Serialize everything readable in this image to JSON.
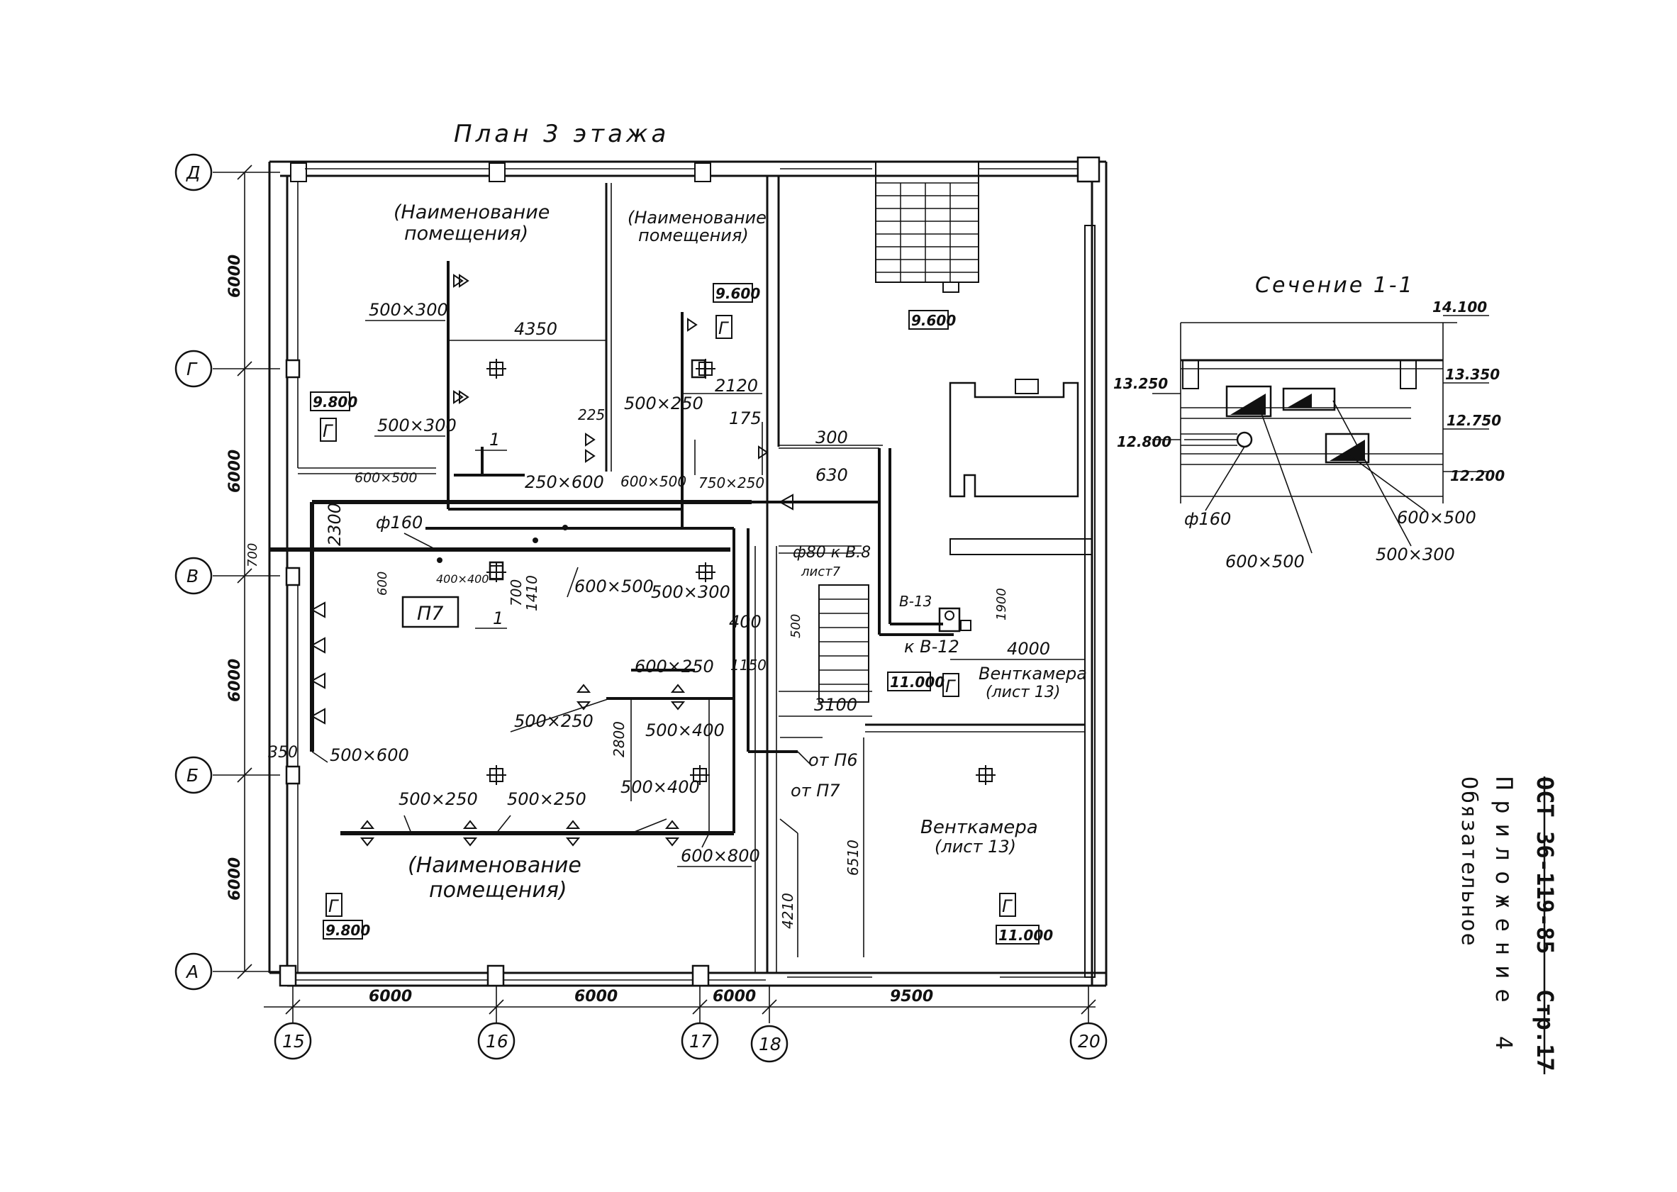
{
  "plan": {
    "title": "План 3 этажа",
    "section_title": "Сечение 1-1"
  },
  "stamp": {
    "code": "ОСТ 36-119-85",
    "page": "Стр.17",
    "appendix": "Приложение 4",
    "status": "Обязательное"
  },
  "axes_rows": [
    "Д",
    "Г",
    "В",
    "Б",
    "А"
  ],
  "axes_cols": [
    "15",
    "16",
    "17",
    "18",
    "20"
  ],
  "rooms": {
    "room_top_left_1": "(Наименование",
    "room_top_left_2": "помещения)",
    "room_top_mid_1": "(Наименование",
    "room_top_mid_2": "помещения)",
    "room_bottom_1": "(Наименование",
    "room_bottom_2": "помещения)",
    "vent1_1": "Венткамера",
    "vent1_2": "(лист 13)",
    "vent2_1": "Венткамера",
    "vent2_2": "(лист 13)"
  },
  "levels": {
    "l1": "9.600",
    "l2": "9.800",
    "l3": "9.600",
    "l4": "11.000",
    "l5": "9.800",
    "l6": "11.000"
  },
  "room_marks": {
    "mark": "Г",
    "equip": "П7"
  },
  "dims_left": [
    "6000",
    "6000",
    "6000",
    "6000"
  ],
  "dims_bottom": [
    "6000",
    "6000",
    "6000",
    "9500"
  ],
  "labels": {
    "d500x300a": "500×300",
    "d500x300b": "500×300",
    "d4350": "4350",
    "d500x250top": "500×250",
    "d2120": "2120",
    "d225": "225",
    "d175": "175",
    "d300": "300",
    "d630": "630",
    "d600x500a": "600×500",
    "d250x600": "250×600",
    "d600x500b": "600×500",
    "d750x250": "750×250",
    "d2300": "2300",
    "phi160": "ф160",
    "d700": "700",
    "d600": "600",
    "d400x400": "400×400",
    "d1410": "1410",
    "d600x500c": "600×500",
    "d500x300c": "500×300",
    "phi80": "ф80 к В.8",
    "list7": "лист7",
    "d400": "400",
    "d500": "500",
    "d1150": "1150",
    "b13": "В-13",
    "k812": "к В-12",
    "d1900": "1900",
    "d4000": "4000",
    "d600x250": "600×250",
    "d500x250m": "500×250",
    "d2800": "2800",
    "d500x400a": "500×400",
    "d500x400b": "500×400",
    "d3100": "3100",
    "d350": "350",
    "d500x600": "500×600",
    "d500x250l": "500×250",
    "d500x250r": "500×250",
    "d600x800": "600×800",
    "ot116": "от П6",
    "ot117": "от П7",
    "d4210": "4210",
    "d6510": "6510",
    "d700left": "700",
    "cut1a": "1",
    "cut1b": "1"
  },
  "section": {
    "l14100": "14.100",
    "l13250": "13.250",
    "l13350": "13.350",
    "l12750": "12.750",
    "l12800": "12.800",
    "l12200": "12.200",
    "phi160": "ф160",
    "d600x500a": "600×500",
    "d600x500b": "600×500",
    "d500x300": "500×300"
  }
}
